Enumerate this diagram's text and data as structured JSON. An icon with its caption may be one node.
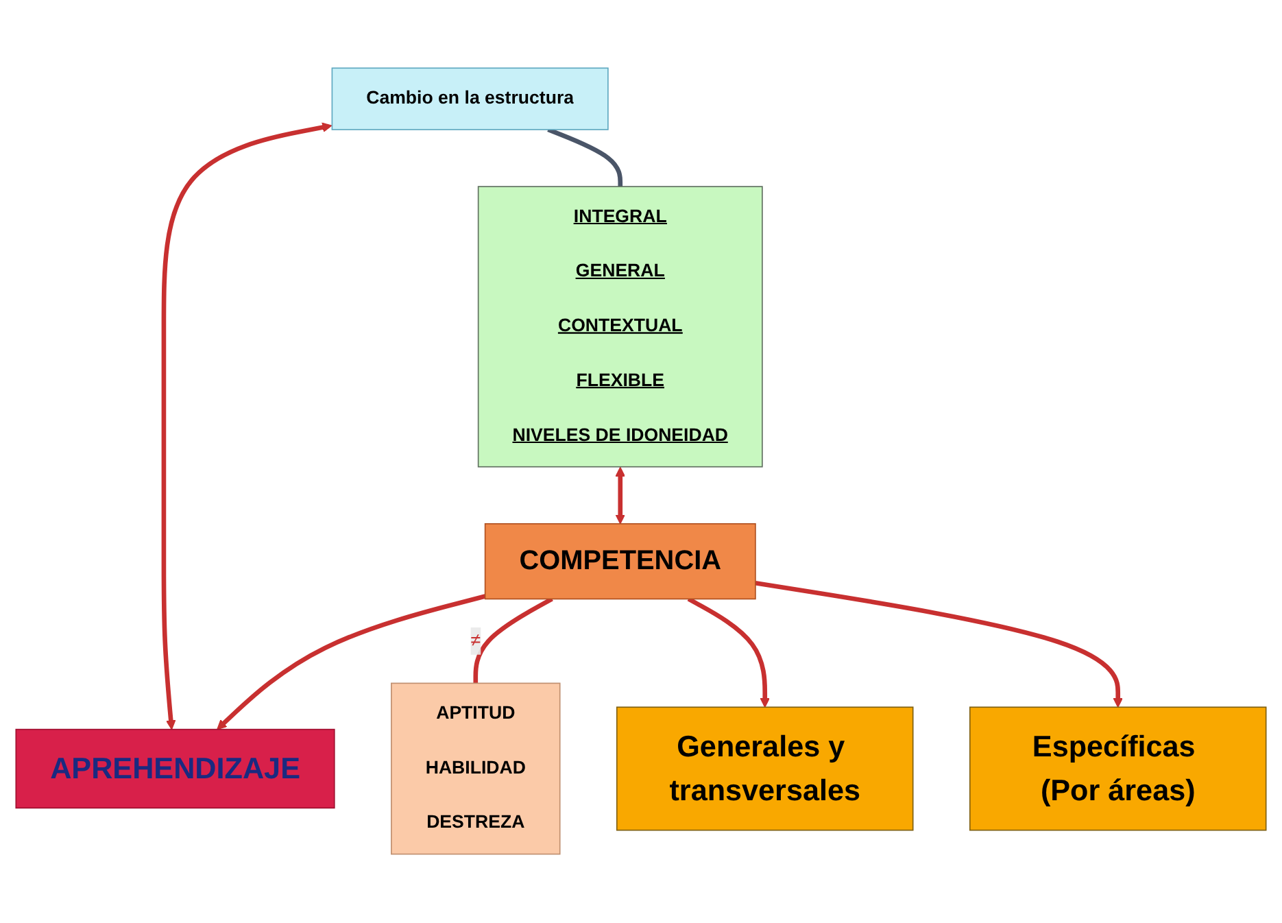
{
  "diagram": {
    "nodes": [
      {
        "text": [
          "Cambio en la estructura"
        ]
      },
      {
        "text": [
          "APREHENDIZAJE"
        ]
      },
      {
        "text": [
          "INTEGRAL",
          "GENERAL",
          "CONTEXTUAL",
          "FLEXIBLE",
          "NIVELES DE IDONEIDAD"
        ]
      },
      {
        "text": [
          "COMPETENCIA"
        ]
      },
      {
        "text": [
          "APTITUD",
          "HABILIDAD",
          "DESTREZA"
        ]
      },
      {
        "text": [
          "Generales y transversales"
        ]
      },
      {
        "text": [
          "Específicas (Por áreas)"
        ]
      }
    ],
    "edges": [
      {
        "from": 0,
        "to": 1,
        "arrow": "both"
      },
      {
        "from": 0,
        "to": 2,
        "arrow": "none",
        "color": "#4a5568"
      },
      {
        "from": 3,
        "to": 1,
        "arrow": "to"
      },
      {
        "from": 2,
        "to": 3,
        "arrow": "both"
      },
      {
        "from": 3,
        "to": 4,
        "arrow": "none",
        "label": "≠"
      },
      {
        "from": 3,
        "to": 5,
        "arrow": "to"
      },
      {
        "from": 3,
        "to": 6,
        "arrow": "to"
      }
    ]
  }
}
